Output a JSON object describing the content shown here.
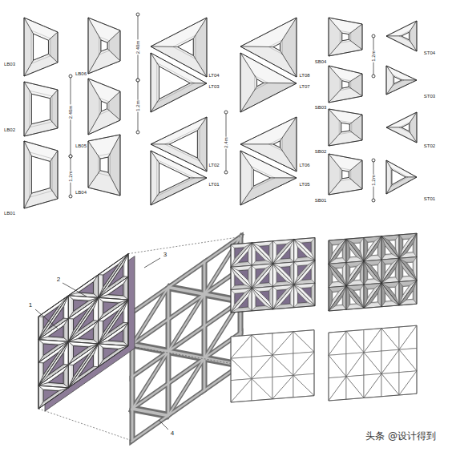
{
  "diagram": {
    "labels": [
      "LB03",
      "LB02",
      "LB01",
      "LB06",
      "2.40m",
      "LB05",
      "1.2m",
      "LB04",
      "2.40m",
      "1.2m",
      "LT04",
      "LT03",
      "2.4m",
      "LT02",
      "LT01",
      "LT08",
      "LT07",
      "LT06",
      "LT05",
      "SB04",
      "1.2m",
      "SB03",
      "SB02",
      "SB01",
      "1.2m",
      "ST04",
      "ST03",
      "ST02",
      "ST01",
      "1",
      "2",
      "3",
      "4",
      "头条 @设计得到"
    ]
  }
}
